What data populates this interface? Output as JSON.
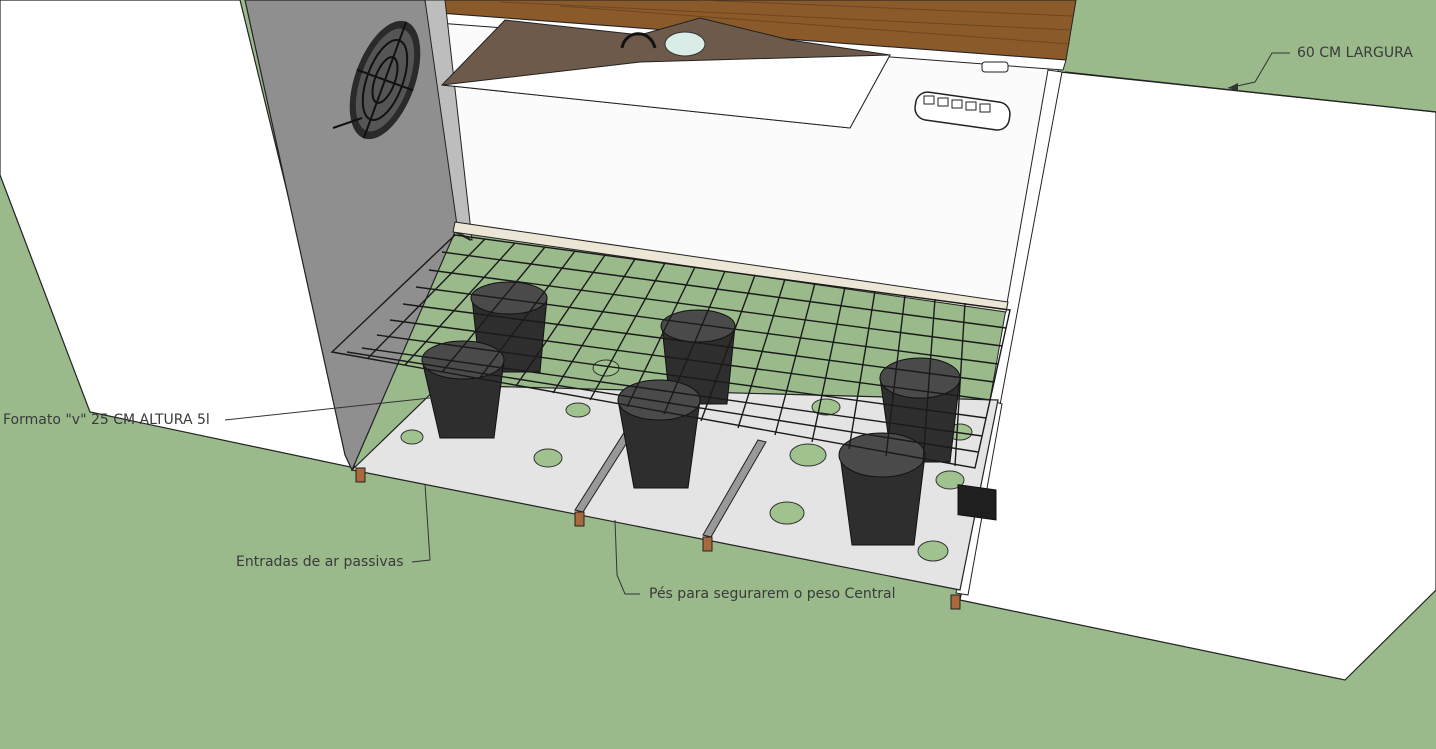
{
  "annotations": {
    "width": "60 CM LARGURA",
    "pot_format": "Formato \"v\" 25 CM ALTURA 5l",
    "air_inlets": "Entradas de ar passivas",
    "feet": "Pés para segurarem o peso Central"
  },
  "colors": {
    "ground": "#9aba8c",
    "panel_white": "#ffffff",
    "side_gray": "#8f8f8f",
    "wood_top": "#8a5a2a",
    "pot_black": "#2e2e2e",
    "air_hole": "#9fc28f",
    "edge": "#2a2a2a"
  }
}
